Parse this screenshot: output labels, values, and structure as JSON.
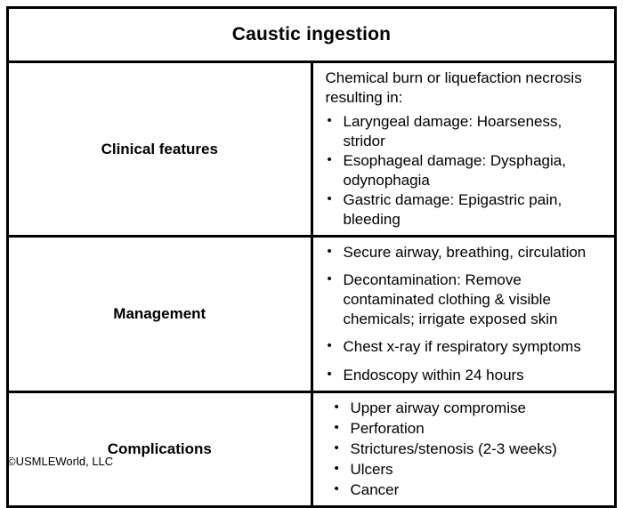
{
  "table": {
    "title": "Caustic ingestion",
    "rows": [
      {
        "label": "Clinical features",
        "intro": "Chemical burn or liquefaction necrosis resulting in:",
        "bullets": [
          "Laryngeal damage:  Hoarseness, stridor",
          "Esophageal damage:  Dysphagia, odynophagia",
          "Gastric damage:  Epigastric pain, bleeding"
        ]
      },
      {
        "label": "Management",
        "intro": "",
        "bullets": [
          "Secure airway, breathing, circulation",
          "Decontamination:  Remove contaminated clothing & visible chemicals; irrigate exposed skin",
          "Chest x-ray if respiratory symptoms",
          "Endoscopy within 24 hours"
        ]
      },
      {
        "label": "Complications",
        "intro": "",
        "bullets": [
          "Upper airway compromise",
          "Perforation",
          "Strictures/stenosis (2-3 weeks)",
          "Ulcers",
          "Cancer"
        ]
      }
    ]
  },
  "footer": {
    "copyright_symbol": "©",
    "text": "USMLEWorld, LLC"
  },
  "colors": {
    "border": "#000000",
    "text": "#000000",
    "background": "#ffffff"
  }
}
